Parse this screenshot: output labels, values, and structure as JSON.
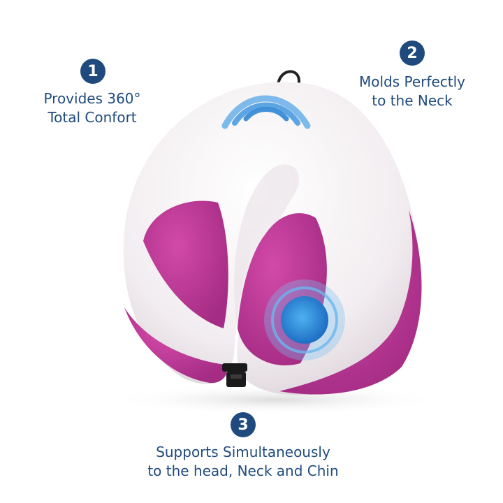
{
  "features": [
    {
      "number": "1",
      "line1": "Provides 360°",
      "line2": "Total Confort"
    },
    {
      "number": "2",
      "line1": "Molds Perfectly",
      "line2": "to the Neck"
    },
    {
      "number": "3",
      "line1": "Supports Simultaneously",
      "line2": "to the head, Neck and Chin"
    }
  ],
  "colors": {
    "accent": "#1f4a7e",
    "pillow_white": "#f3eff2",
    "pillow_pink": "#c43a9a",
    "indicator_blue": "#2f8fdc"
  },
  "icons": [
    "wave-icon",
    "pressure-ripple-icon"
  ]
}
